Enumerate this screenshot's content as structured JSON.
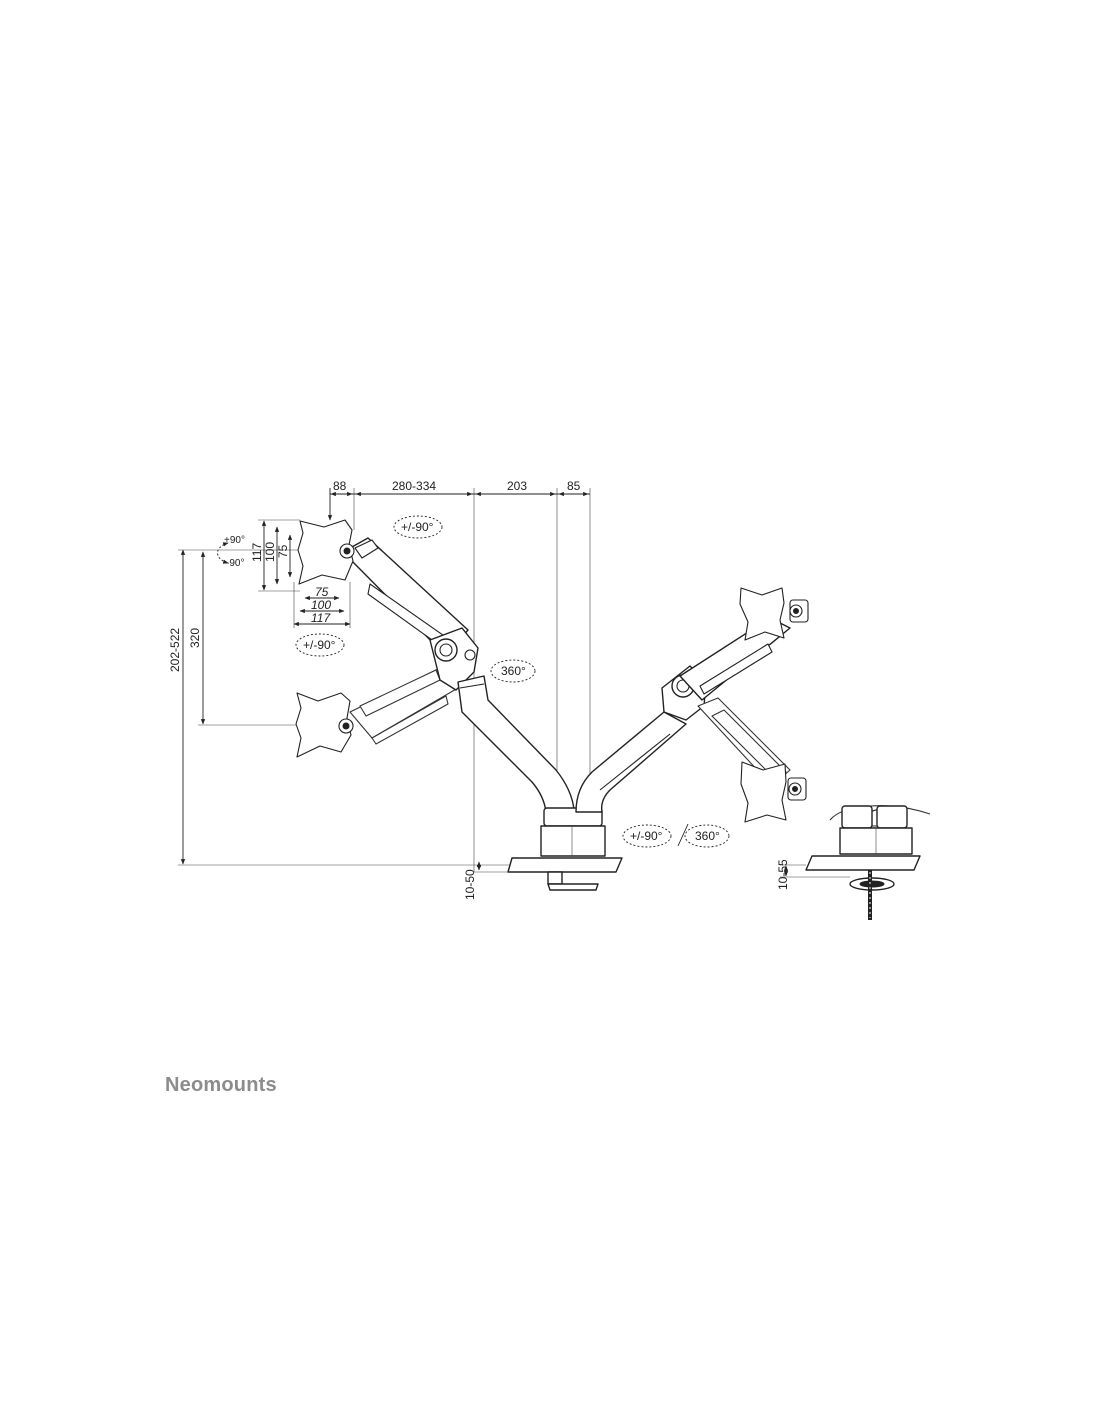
{
  "brand": {
    "name": "Neomounts"
  },
  "dimensions": {
    "top_d1": "88",
    "top_d2": "280-334",
    "top_d3": "203",
    "top_d4": "85",
    "plate_h117": "117",
    "plate_h100": "100",
    "plate_h75": "75",
    "plate_w75": "75",
    "plate_w100": "100",
    "plate_w117": "117",
    "height_total": "202-522",
    "height_travel": "320",
    "clamp_range": "10-50",
    "grommet_range": "10-55"
  },
  "rotation": {
    "tilt_up": "+90°",
    "tilt_down": "-90°",
    "rot_top": "+/-90°",
    "rot_mid": "+/-90°",
    "swivel_pole": "360°",
    "rot_base": "+/-90°",
    "swivel_base": "360°"
  }
}
